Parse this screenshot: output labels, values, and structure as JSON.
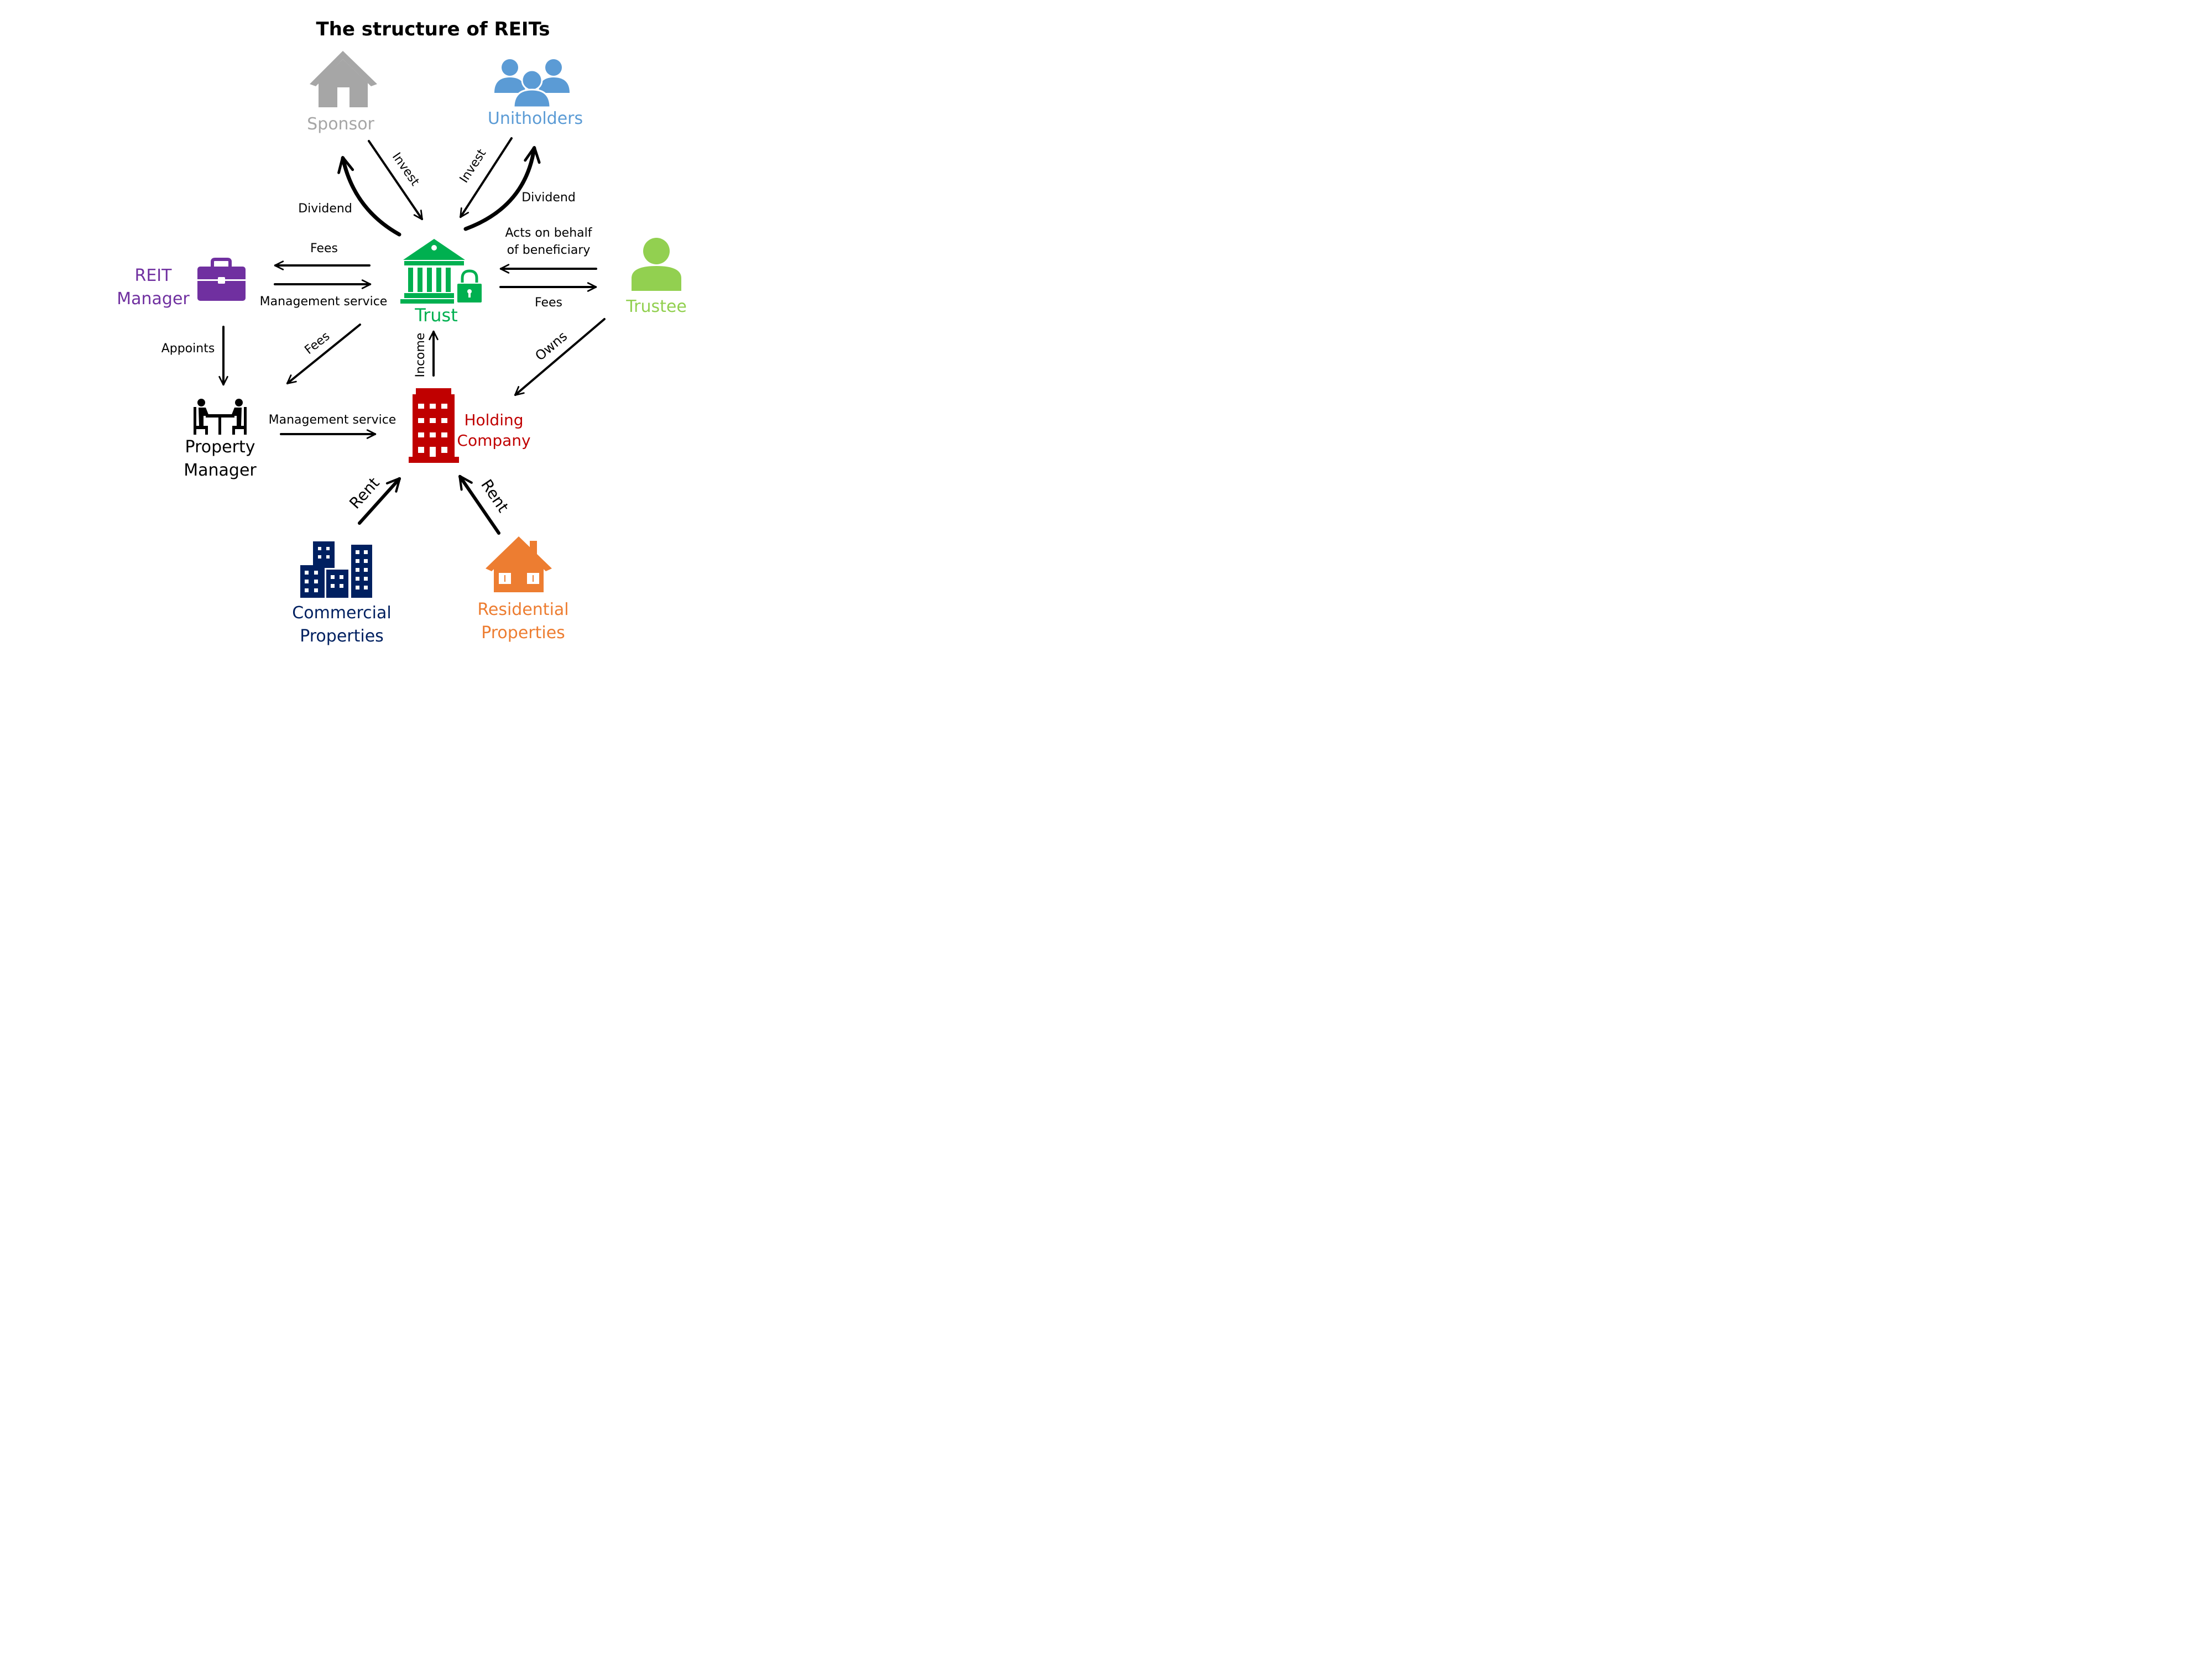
{
  "title": "The structure of REITs",
  "colors": {
    "sponsor": "#a6a6a6",
    "unitholders": "#5b9bd5",
    "trust": "#00b050",
    "trustee": "#92d050",
    "reit_manager": "#7030a0",
    "holding": "#c00000",
    "commercial": "#002060",
    "residential": "#ed7d31",
    "arrow": "#000000"
  },
  "nodes": {
    "sponsor": {
      "label": "Sponsor",
      "icon": "house-icon"
    },
    "unitholders": {
      "label": "Unitholders",
      "icon": "people-group-icon"
    },
    "trust": {
      "label": "Trust",
      "icon": "bank-lock-icon"
    },
    "trustee": {
      "label": "Trustee",
      "icon": "person-icon"
    },
    "reit_manager": {
      "label_line1": "REIT",
      "label_line2": "Manager",
      "icon": "briefcase-icon"
    },
    "property_manager": {
      "label_line1": "Property",
      "label_line2": "Manager",
      "icon": "meeting-icon"
    },
    "holding_company": {
      "label_line1": "Holding",
      "label_line2": "Company",
      "icon": "office-building-icon"
    },
    "commercial": {
      "label_line1": "Commercial",
      "label_line2": "Properties",
      "icon": "city-buildings-icon"
    },
    "residential": {
      "label_line1": "Residential",
      "label_line2": "Properties",
      "icon": "home-icon"
    }
  },
  "edges": {
    "sponsor_invest": "Invest",
    "sponsor_dividend": "Dividend",
    "unitholders_invest": "Invest",
    "unitholders_dividend": "Dividend",
    "manager_fees": "Fees",
    "manager_service": "Management service",
    "trustee_acts_line1": "Acts on behalf",
    "trustee_acts_line2": "of beneficiary",
    "trustee_fees": "Fees",
    "appoints": "Appoints",
    "pm_fees": "Fees",
    "income": "Income",
    "owns": "Owns",
    "pm_service": "Management service",
    "commercial_rent": "Rent",
    "residential_rent": "Rent"
  }
}
